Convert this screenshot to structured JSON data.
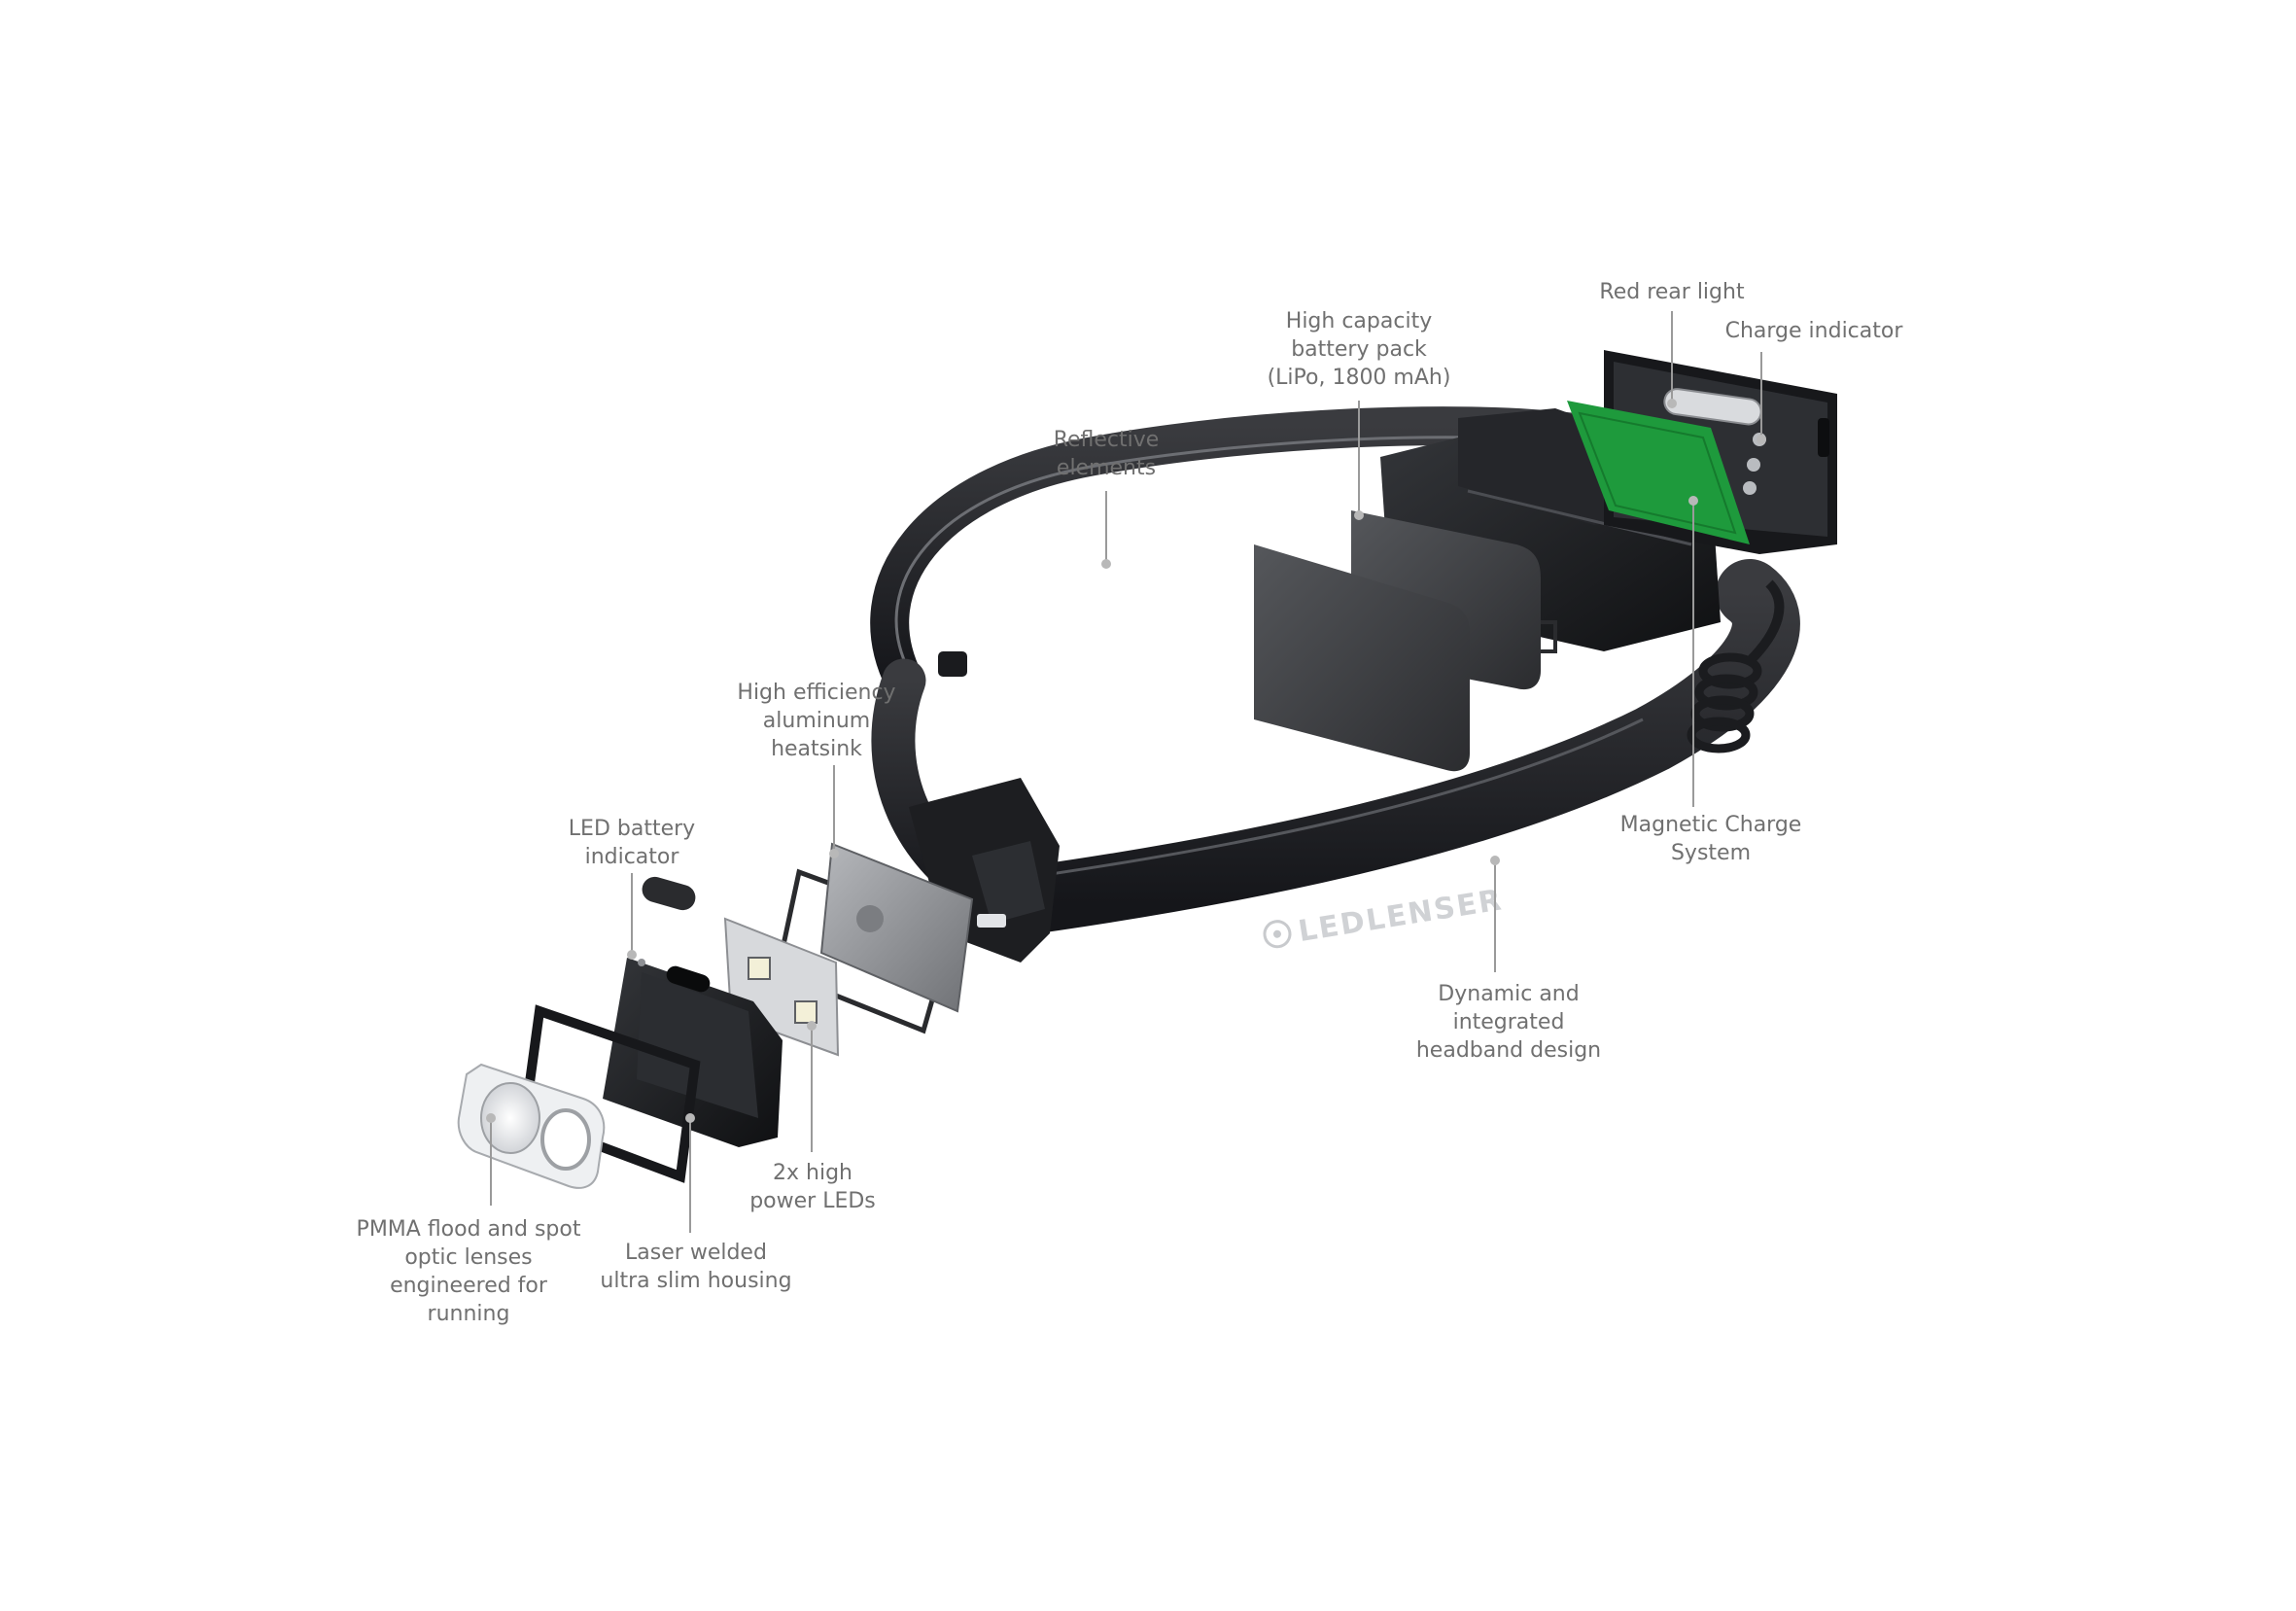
{
  "brand": "LEDLENSER",
  "colors": {
    "label_text": "#707070",
    "leader_line": "#9a9a9a",
    "housing": "#1c1d1f",
    "band": "#232427",
    "pcb_green": "#1e9a3c",
    "battery": "#3a3b3e",
    "aluminum": "#8e9094",
    "lens": "#e3e5e8"
  },
  "callouts": [
    {
      "id": "red-rear-light",
      "lines": [
        "Red rear light"
      ]
    },
    {
      "id": "charge-indicator",
      "lines": [
        "Charge indicator"
      ]
    },
    {
      "id": "battery-pack",
      "lines": [
        "High capacity",
        "battery pack",
        "(LiPo, 1800 mAh)"
      ]
    },
    {
      "id": "reflective-elements",
      "lines": [
        "Reflective",
        "elements"
      ]
    },
    {
      "id": "heatsink",
      "lines": [
        "High efficiency",
        "aluminum",
        "heatsink"
      ]
    },
    {
      "id": "led-battery-indicator",
      "lines": [
        "LED battery",
        "indicator"
      ]
    },
    {
      "id": "magnetic-charge",
      "lines": [
        "Magnetic Charge",
        "System"
      ]
    },
    {
      "id": "headband-design",
      "lines": [
        "Dynamic and",
        "integrated",
        "headband design"
      ]
    },
    {
      "id": "power-leds",
      "lines": [
        "2x high",
        "power LEDs"
      ]
    },
    {
      "id": "laser-welded",
      "lines": [
        "Laser welded",
        "ultra slim housing"
      ]
    },
    {
      "id": "optic-lenses",
      "lines": [
        "PMMA flood and spot",
        "optic lenses",
        "engineered for",
        "running"
      ]
    }
  ]
}
